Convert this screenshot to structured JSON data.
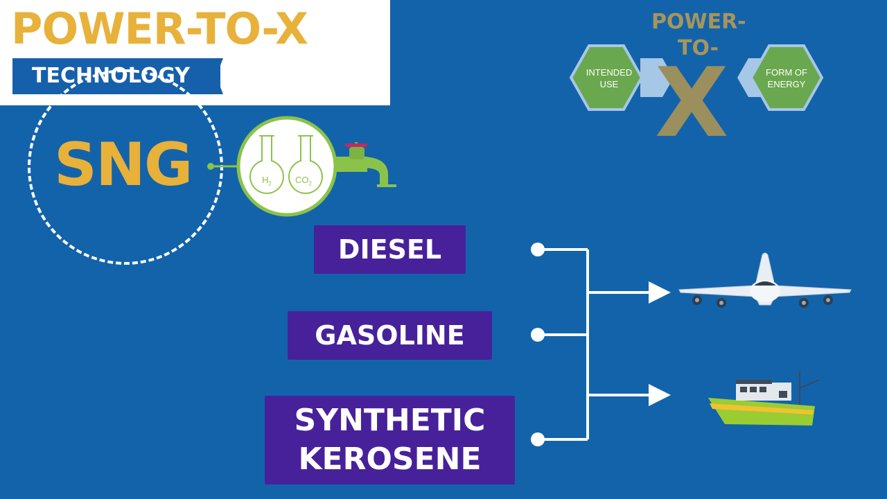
{
  "banner": {
    "title": "POWER-TO-X",
    "subtitle": "TECHNOLOGY"
  },
  "product": {
    "label": "SNG"
  },
  "reactants": {
    "h2": "H",
    "h2_sub": "2",
    "co2": "CO",
    "co2_sub": "2"
  },
  "fuels": {
    "diesel": "DIESEL",
    "gasoline": "GASOLINE",
    "kerosene_line1": "SYNTHETIC",
    "kerosene_line2": "KEROSENE"
  },
  "logo": {
    "line1": "POWER-",
    "line2": "TO-",
    "letter": "X",
    "left_hex": "INTENDED USE",
    "right_hex": "FORM OF ENERGY"
  },
  "targets": {
    "icons": [
      "airplane-icon",
      "ship-icon"
    ]
  },
  "colors": {
    "background": "#1363ab",
    "brand_gold": "#e8b13a",
    "fuel_box": "#47219a",
    "hex_green": "#6aa84f",
    "tap_green": "#8bc34a",
    "logo_x": "#9b8f5e"
  }
}
